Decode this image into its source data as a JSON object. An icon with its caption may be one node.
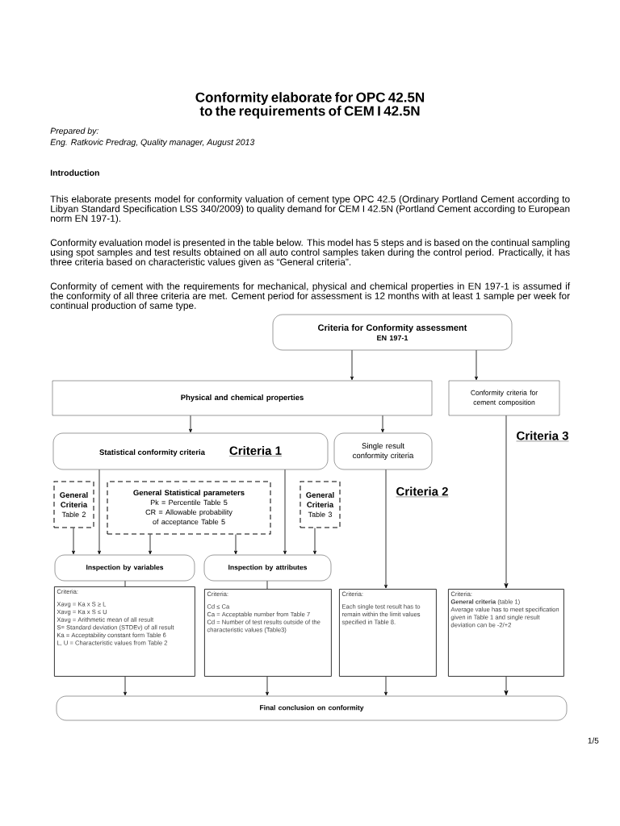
{
  "diagram": {
    "title": "Conformity elaborate for OPC 42.5N to the requirements of CEM I 42.5N",
    "nodes": [
      {
        "text": [
          "Criteria for Conformity assessment",
          "EN 197-1"
        ]
      },
      {
        "text": [
          "Physical and chemical properties"
        ]
      },
      {
        "text": [
          "Conformity criteria for cement composition"
        ]
      },
      {
        "text": [
          "Statistical conformity criteria",
          "Criteria 1"
        ]
      },
      {
        "text": [
          "Single result conformity criteria"
        ]
      },
      {
        "text": [
          "General Criteria",
          "Table 2"
        ]
      },
      {
        "text": [
          "General Statistical parameters",
          "Pk = Percentile Table 5",
          "CR = Allowable probability of acceptance Table 5"
        ]
      },
      {
        "text": [
          "General Criteria",
          "Table 3"
        ]
      },
      {
        "text": [
          "Inspection by variables"
        ]
      },
      {
        "text": [
          "Inspection by attributes"
        ]
      },
      {
        "text": [
          "Criteria:",
          "Xavg = Ka x S ≥ L",
          "Xavg = Ka x S ≤ U",
          "Xavg = Arithmetic mean of all result",
          "S= Standard deviation (STDEv) of all result",
          "Ka = Acceptability constant form Table 6",
          "L, U = Characteristic values from Table 2"
        ]
      },
      {
        "text": [
          "Criteria:",
          "Cd ≤ Ca",
          "Ca = Acceptable number from Table 7",
          "Cd = Number of test results outside of the characteristic values (Table3)"
        ]
      },
      {
        "text": [
          "Criteria:",
          "Each single test result has to remain within the limit values specified in Table 8."
        ]
      },
      {
        "text": [
          "Criteria:",
          "**General criteria** (table 1)",
          "Average value has to meet specification given in Table 1 and single result deviation can be -2/+2"
        ]
      },
      {
        "text": [
          "Final conclusion on conformity"
        ]
      }
    ],
    "edges": [
      {
        "from": 0,
        "to": 1,
        "arrow": "to"
      },
      {
        "from": 0,
        "to": 2,
        "arrow": "to"
      },
      {
        "from": 1,
        "to": 3,
        "arrow": "to"
      },
      {
        "from": 1,
        "to": 4,
        "arrow": "to"
      },
      {
        "from": 2,
        "to": 13,
        "arrow": "to"
      },
      {
        "from": 3,
        "to": 8,
        "arrow": "to"
      },
      {
        "from": 3,
        "to": 9,
        "arrow": "to"
      },
      {
        "from": 5,
        "to": 8,
        "arrow": "to"
      },
      {
        "from": 6,
        "to": 8,
        "arrow": "to"
      },
      {
        "from": 6,
        "to": 9,
        "arrow": "to"
      },
      {
        "from": 7,
        "to": 9,
        "arrow": "to"
      },
      {
        "from": 4,
        "to": 12,
        "arrow": "to"
      },
      {
        "from": 8,
        "to": 10,
        "arrow": "none"
      },
      {
        "from": 9,
        "to": 11,
        "arrow": "none"
      },
      {
        "from": 10,
        "to": 14,
        "arrow": "to"
      },
      {
        "from": 11,
        "to": 14,
        "arrow": "to"
      },
      {
        "from": 12,
        "to": 14,
        "arrow": "to"
      },
      {
        "from": 13,
        "to": 14,
        "arrow": "to"
      }
    ],
    "labels": [
      "Prepared by:",
      "Eng. Ratkovic Predrag, Quality manager, August 2013",
      "Introduction",
      "This elaborate presents model for conformity valuation of cement type OPC 42.5 (Ordinary Portland Cement according to Libyan Standard Specification LSS 340/2009) to quality demand for CEM I 42.5N (Portland Cement according to European norm EN 197-1).",
      "Conformity evaluation model is presented in the table below. This model has 5 steps and is based on the continual sampling using spot samples and test results obtained on all auto control samples taken during the control period. Practically, it has three criteria based on characteristic values given as “General criteria”.",
      "Conformity of cement with the requirements for mechanical, physical and chemical properties in EN 197-1 is assumed if the conformity of all three criteria are met. Cement period for assessment is 12 months with at least 1 sample per week for continual production of same type.",
      "Criteria 2",
      "Criteria 3",
      "1/5"
    ]
  }
}
